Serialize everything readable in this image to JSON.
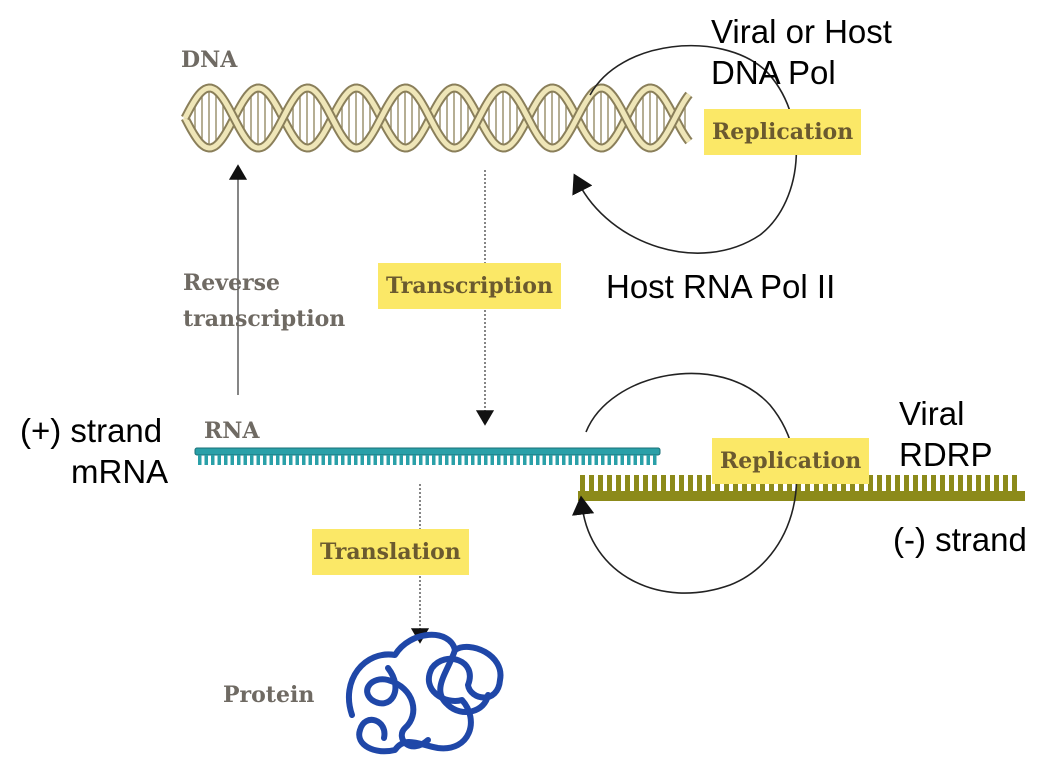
{
  "diagram": {
    "labels": {
      "dna": "DNA",
      "rna": "RNA",
      "protein": "Protein",
      "reverse_transcription_line1": "Reverse",
      "reverse_transcription_line2": "transcription",
      "transcription": "Transcription",
      "translation": "Translation",
      "replication_dna": "Replication",
      "replication_rna": "Replication",
      "viral_host_dna_pol_line1": "Viral or Host",
      "viral_host_dna_pol_line2": "DNA Pol",
      "host_rna_pol_ii": "Host RNA Pol II",
      "plus_strand_line1": "(+) strand",
      "plus_strand_line2": "mRNA",
      "viral_line1": "Viral",
      "viral_line2": "RDRP",
      "minus_strand": "(-) strand"
    },
    "colors": {
      "highlight": "#fbe867",
      "rna_strand": "#2aa0a8",
      "minus_strand": "#8c8a1a",
      "protein": "#1f47a8",
      "dna_backbone": "#8a7f5a"
    }
  }
}
